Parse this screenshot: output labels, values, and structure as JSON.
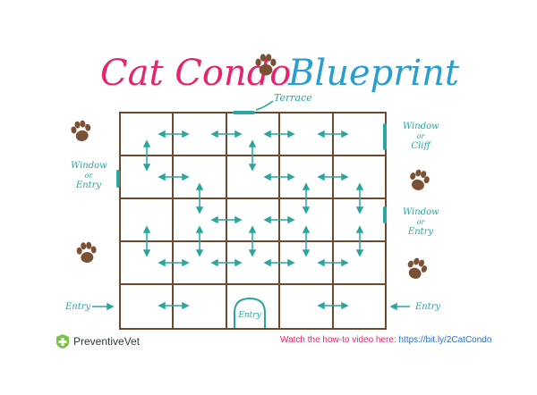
{
  "title": {
    "part1": "Cat Condo",
    "part2": "Blueprint"
  },
  "labels": {
    "terrace": "Terrace",
    "window_or_cliff": [
      "Window",
      "or",
      "Cliff"
    ],
    "window_or_entry_left": [
      "Window",
      "or",
      "Entry"
    ],
    "window_or_entry_right": [
      "Window",
      "or",
      "Entry"
    ],
    "entry_left": "Entry",
    "entry_right": "Entry",
    "entry_bottom": "Entry"
  },
  "footer": {
    "logo_text": "PreventiveVet",
    "video_prefix": "Watch the how-to video here: ",
    "video_link": "https://bit.ly/2CatCondo"
  },
  "colors": {
    "grid": "#6b4a2e",
    "arrow": "#2aa5a0",
    "paw": "#7a5134",
    "pink": "#e6246e",
    "blue": "#2a9fcf"
  },
  "icons": [
    "paw-icon",
    "preventive-vet-cross-icon",
    "double-arrow-icon"
  ]
}
